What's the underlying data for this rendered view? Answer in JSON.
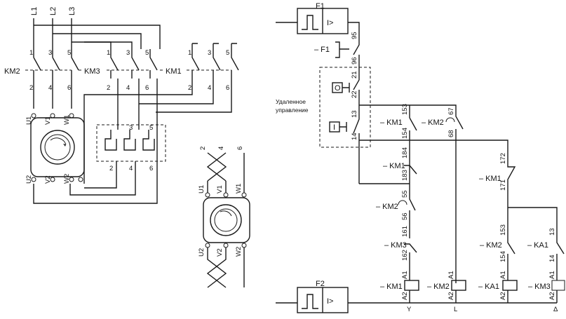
{
  "power": {
    "lines": [
      "L1",
      "L2",
      "L3"
    ],
    "contactors": [
      "KM2",
      "KM3",
      "KM1"
    ],
    "top_terminals": [
      "1",
      "3",
      "5"
    ],
    "bottom_terminals": [
      "2",
      "4",
      "6"
    ],
    "motor_top": [
      "U1",
      "V1",
      "W1"
    ],
    "motor_bottom": [
      "U2",
      "V2",
      "W2"
    ]
  },
  "inset": {
    "top_terminals": [
      "2",
      "4",
      "6"
    ],
    "motor_top": [
      "U1",
      "V1",
      "W1"
    ],
    "motor_bottom": [
      "U2",
      "V2",
      "W2"
    ]
  },
  "control": {
    "f1": "F1",
    "f1_relay": "I>",
    "f1_contact": "– F1",
    "f1_terms": [
      "95",
      "96"
    ],
    "remote_label": [
      "Удаленное",
      "управление"
    ],
    "stop_button": "O",
    "start_button": "I",
    "remote_terms": [
      "21",
      "22",
      "13",
      "14"
    ],
    "f2": "F2",
    "f2_relay": "I>",
    "contacts": [
      {
        "label": "– KM1",
        "terms": [
          "153",
          "154"
        ]
      },
      {
        "label": "– KM2",
        "terms": [
          "67",
          "68"
        ]
      },
      {
        "label": "– KM1",
        "terms": [
          "184",
          "183"
        ]
      },
      {
        "label": "– KM2",
        "terms": [
          "55",
          "56"
        ]
      },
      {
        "label": "– KM3",
        "terms": [
          "161",
          "162"
        ]
      },
      {
        "label": "– KM1",
        "terms": [
          "172",
          "171"
        ]
      },
      {
        "label": "– KM2",
        "terms": [
          "153",
          "154"
        ]
      },
      {
        "label": "– KA1",
        "terms": [
          "13",
          "14"
        ]
      }
    ],
    "coils": [
      {
        "label": "– KM1",
        "terms": [
          "A1",
          "A2"
        ],
        "mark": "Y"
      },
      {
        "label": "– KM2",
        "terms": [
          "A1",
          "A2"
        ],
        "mark": "L"
      },
      {
        "label": "– KA1",
        "terms": [
          "A1",
          "A2"
        ],
        "mark": ""
      },
      {
        "label": "– KM3",
        "terms": [
          "A1",
          "A2"
        ],
        "mark": "Δ"
      }
    ]
  },
  "colors": {
    "line": "#1a1a1a",
    "background": "#ffffff"
  }
}
